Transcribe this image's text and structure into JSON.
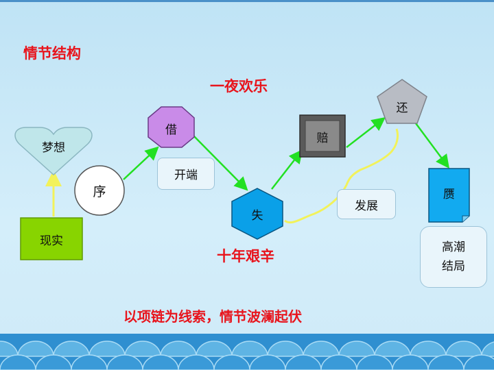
{
  "title": "情节结构",
  "top_caption": "一夜欢乐",
  "middle_caption": "十年艰辛",
  "bottom_caption": "以项链为线索，情节波澜起伏",
  "nodes": {
    "dream": "梦想",
    "reality": "现实",
    "preface": "序",
    "borrow": "借",
    "lose": "失",
    "compensate": "赔",
    "return": "还",
    "fake": "赝",
    "climax": "高潮\n结局"
  },
  "labels": {
    "opening": "开端",
    "development": "发展"
  },
  "colors": {
    "title_red": "#e8141c",
    "arrow_green": "#22e022",
    "arrow_yellow": "#f2f25a",
    "borrow_fill": "#c98be8",
    "lose_fill": "#0aa0e8",
    "compensate_fill": "#707070",
    "return_fill": "#b8bcc4",
    "fake_fill": "#12aaf0",
    "reality_fill": "#88d400",
    "dream_fill": "#bfe6ea"
  }
}
